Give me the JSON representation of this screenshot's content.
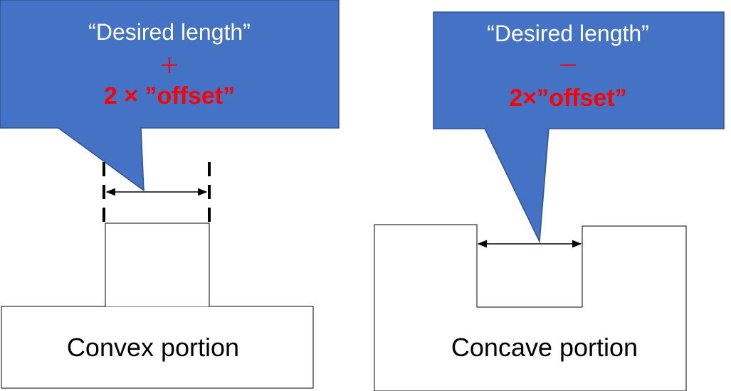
{
  "left_panel": {
    "callout": {
      "line1": "“Desired length”",
      "operator": "＋",
      "line3": "2 × ”offset”"
    },
    "caption": "Convex portion"
  },
  "right_panel": {
    "callout": {
      "line1": "“Desired length”",
      "operator": "－",
      "line3": "2×”offset”"
    },
    "caption": "Concave portion"
  },
  "colors": {
    "callout_fill": "#4472c4",
    "callout_stroke": "#2f528f",
    "emphasis_text": "#ff0000",
    "callout_text": "#ffffff",
    "outline": "#000000"
  }
}
